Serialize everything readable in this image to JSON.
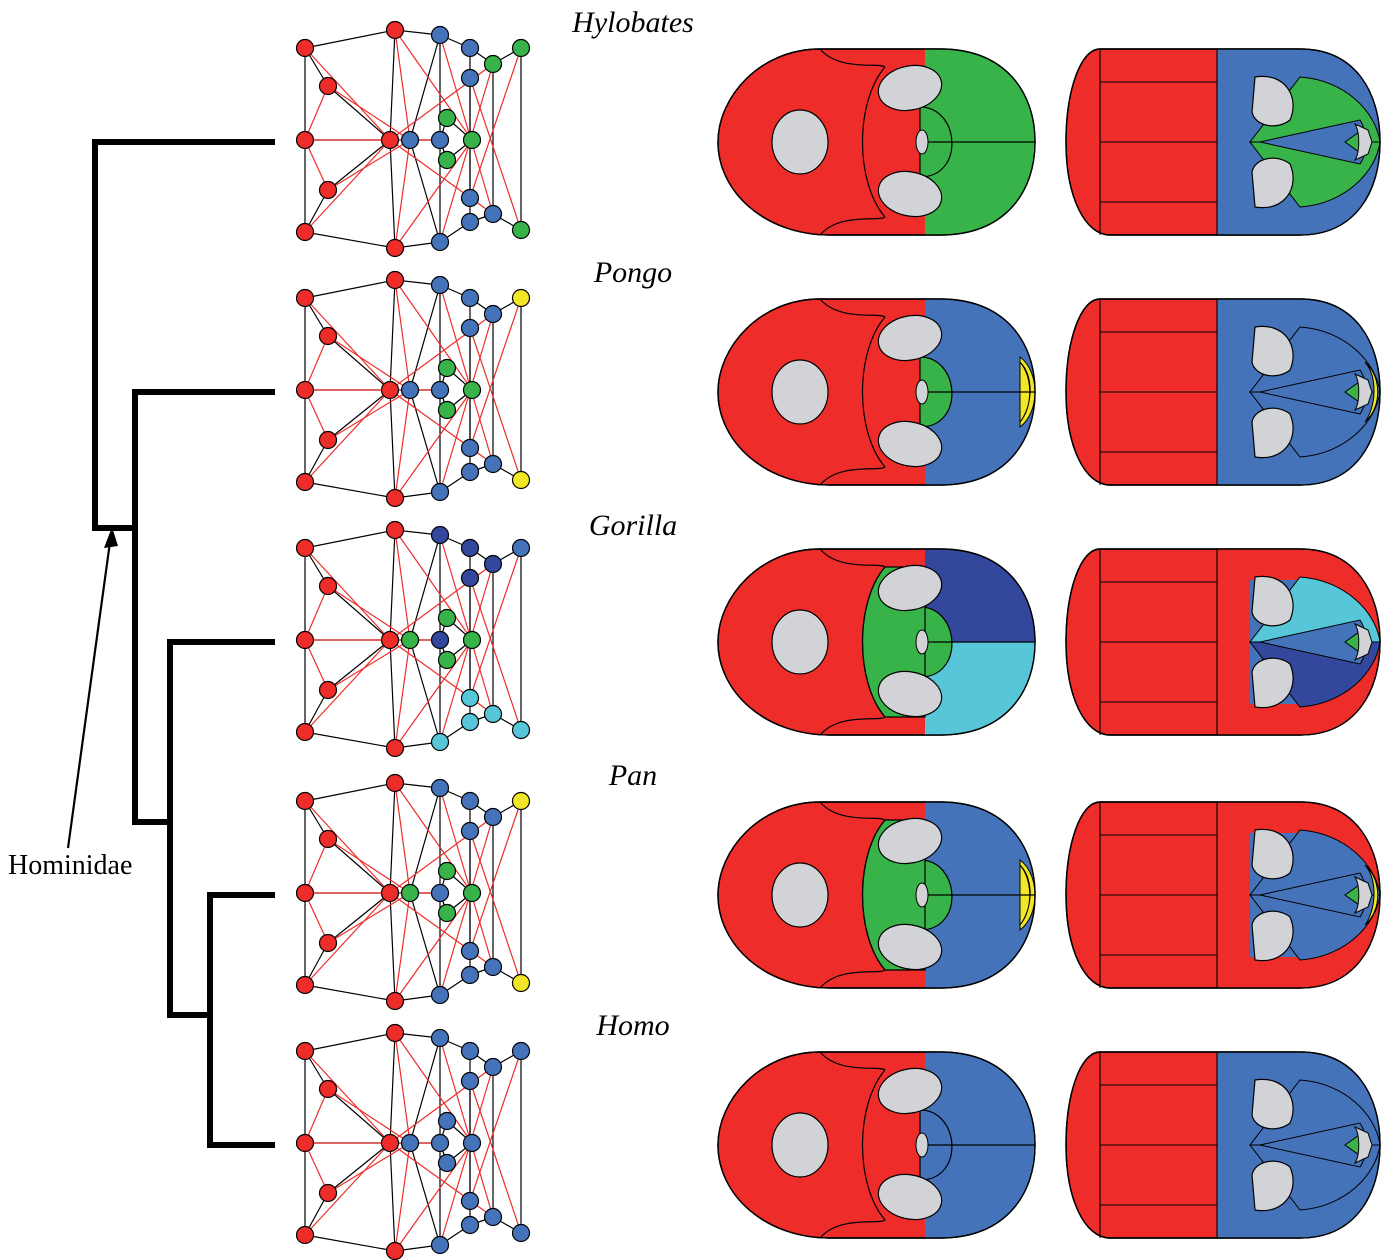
{
  "taxa": [
    {
      "name": "Hylobates",
      "rear": "green",
      "lowerRear": "green",
      "side": "red",
      "tip": null,
      "lower": "red",
      "cap": "blue",
      "capUpper": "green",
      "capLower": "green",
      "nodeA": "blue"
    },
    {
      "name": "Pongo",
      "rear": "green",
      "lowerRear": "blue",
      "side": "red",
      "tip": "yellow",
      "lower": "blue",
      "cap": "blue",
      "capUpper": "blue",
      "capLower": "blue",
      "nodeA": "blue"
    },
    {
      "name": "Gorilla",
      "rear": "green",
      "lowerRear": "green",
      "side": "green",
      "tip": null,
      "lower": "red",
      "cap": "red",
      "capUpper": "cyan",
      "capLower": "navy",
      "nodeA": "navy",
      "split": true
    },
    {
      "name": "Pan",
      "rear": "green",
      "lowerRear": "blue",
      "side": "green",
      "tip": "yellow",
      "lower": "blue",
      "cap": "red",
      "capUpper": "blue",
      "capLower": "blue",
      "nodeA": "blue"
    },
    {
      "name": "Homo",
      "rear": "blue",
      "lowerRear": "blue",
      "side": "red",
      "tip": null,
      "lower": "blue",
      "cap": "blue",
      "capUpper": "blue",
      "capLower": "blue",
      "nodeA": "blue"
    }
  ],
  "clade_label": "Hominidae",
  "colors": {
    "red": "#EE2D2A",
    "blue": "#4473BA",
    "green": "#37B34A",
    "yellow": "#F1E627",
    "navy": "#33479C",
    "cyan": "#57C6D8",
    "gray": "#D1D3D6",
    "black": "#000000"
  }
}
